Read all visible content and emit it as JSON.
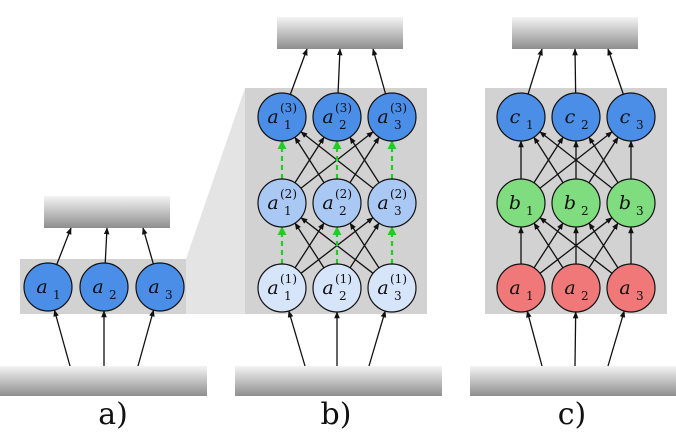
{
  "panels": [
    {
      "id": "a",
      "label": "a)",
      "layers": [
        {
          "color": "#4a8ee8",
          "nodes": [
            {
              "base": "a",
              "sub": "1",
              "sup": ""
            },
            {
              "base": "a",
              "sub": "2",
              "sup": ""
            },
            {
              "base": "a",
              "sub": "3",
              "sup": ""
            }
          ]
        }
      ]
    },
    {
      "id": "b",
      "label": "b)",
      "layers": [
        {
          "color": "#4a8ee8",
          "nodes": [
            {
              "base": "a",
              "sub": "1",
              "sup": "(3)"
            },
            {
              "base": "a",
              "sub": "2",
              "sup": "(3)"
            },
            {
              "base": "a",
              "sub": "3",
              "sup": "(3)"
            }
          ]
        },
        {
          "color": "#a9c8f3",
          "nodes": [
            {
              "base": "a",
              "sub": "1",
              "sup": "(2)"
            },
            {
              "base": "a",
              "sub": "2",
              "sup": "(2)"
            },
            {
              "base": "a",
              "sub": "3",
              "sup": "(2)"
            }
          ]
        },
        {
          "color": "#d6e5fa",
          "nodes": [
            {
              "base": "a",
              "sub": "1",
              "sup": "(1)"
            },
            {
              "base": "a",
              "sub": "2",
              "sup": "(1)"
            },
            {
              "base": "a",
              "sub": "3",
              "sup": "(1)"
            }
          ]
        }
      ],
      "skip_connection_color": "#22cc22"
    },
    {
      "id": "c",
      "label": "c)",
      "layers": [
        {
          "color": "#4a8ee8",
          "nodes": [
            {
              "base": "c",
              "sub": "1",
              "sup": ""
            },
            {
              "base": "c",
              "sub": "2",
              "sup": ""
            },
            {
              "base": "c",
              "sub": "3",
              "sup": ""
            }
          ]
        },
        {
          "color": "#7fdc7f",
          "nodes": [
            {
              "base": "b",
              "sub": "1",
              "sup": ""
            },
            {
              "base": "b",
              "sub": "2",
              "sup": ""
            },
            {
              "base": "b",
              "sub": "3",
              "sup": ""
            }
          ]
        },
        {
          "color": "#f07878",
          "nodes": [
            {
              "base": "a",
              "sub": "1",
              "sup": ""
            },
            {
              "base": "a",
              "sub": "2",
              "sup": ""
            },
            {
              "base": "a",
              "sub": "3",
              "sup": ""
            }
          ]
        }
      ]
    }
  ]
}
